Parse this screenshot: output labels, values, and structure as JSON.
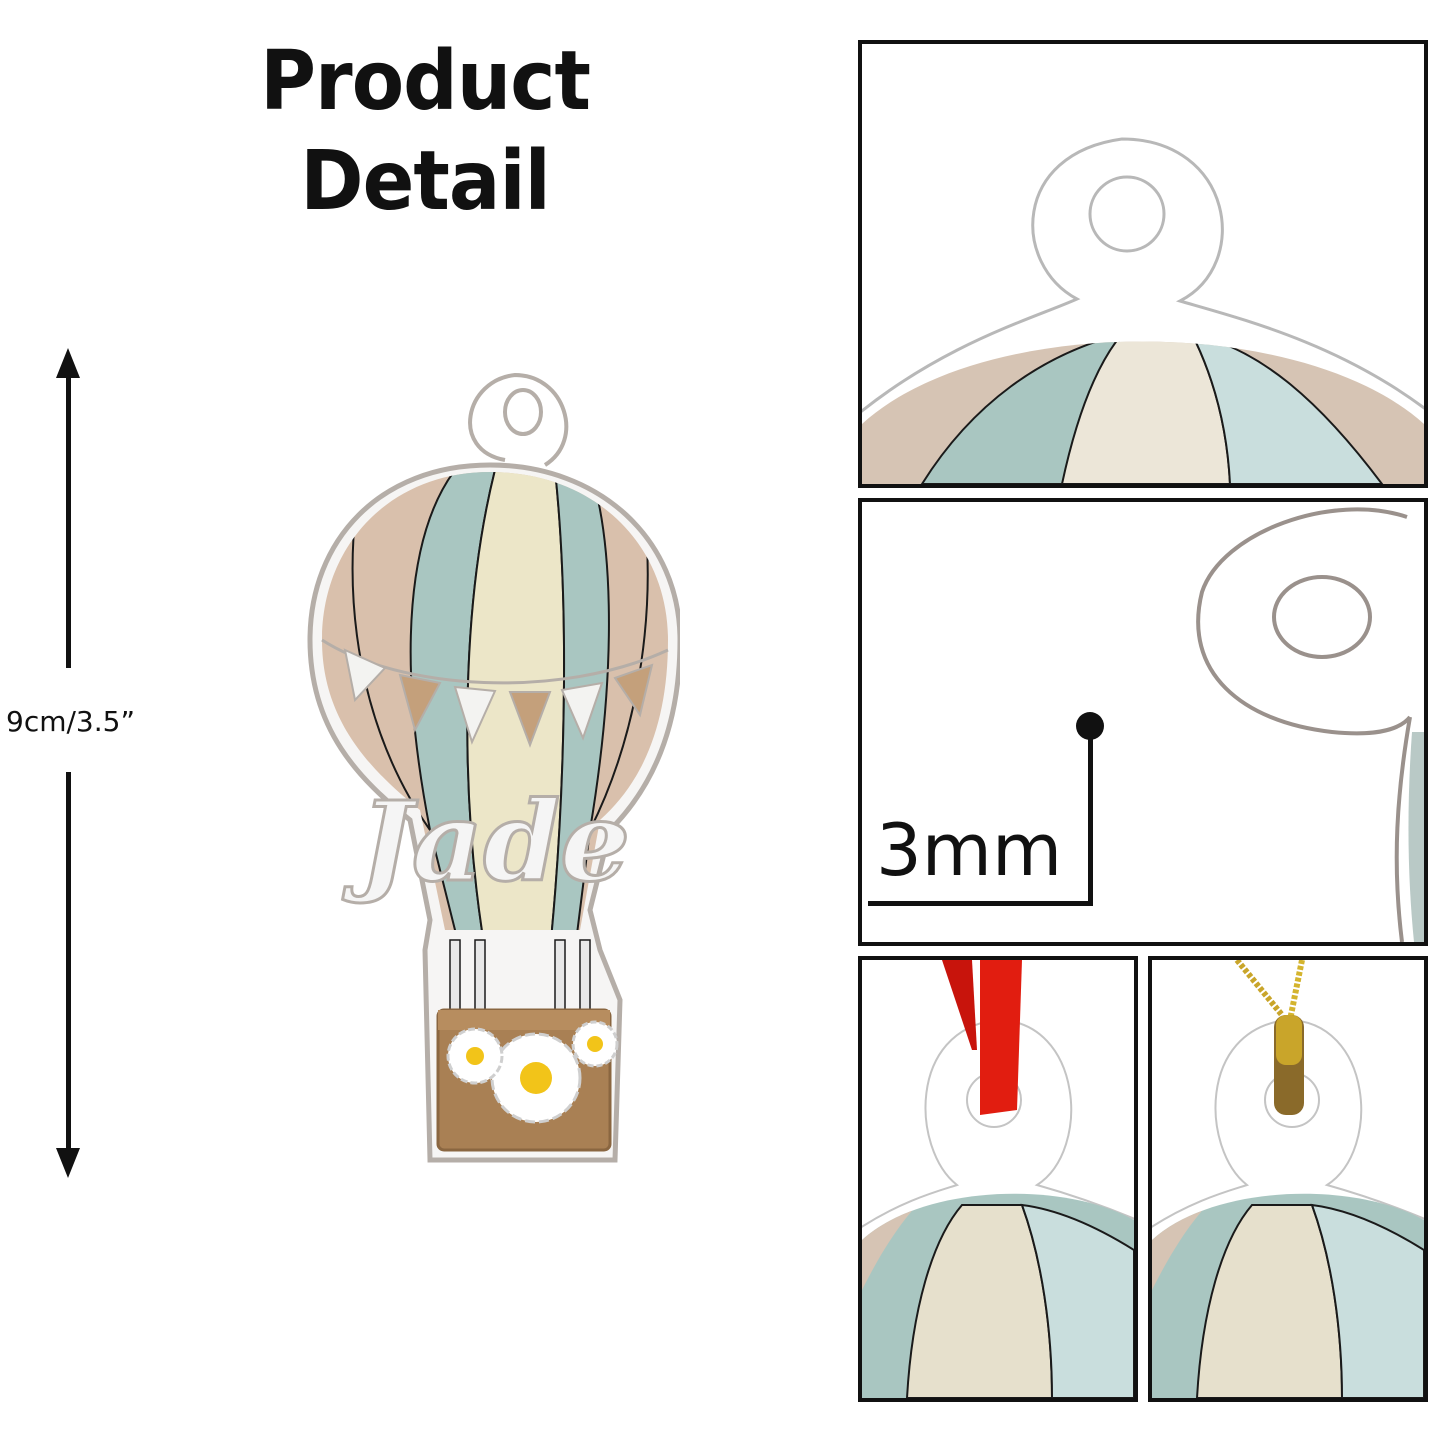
{
  "header": {
    "title": "Product Detail"
  },
  "dimension": {
    "height_label": "9cm/3.5”",
    "arrow_icon_top": "arrow-up",
    "arrow_icon_bottom": "arrow-down"
  },
  "product": {
    "type": "hot air balloon acrylic ornament",
    "name_text": "Jade",
    "colors": {
      "beige_stripe": "#d9c0ac",
      "sage_stripe": "#a9c6c1",
      "cream_stripe": "#ece6c8",
      "pale_blue_stripe": "#c9dedd",
      "basket": "#a98054",
      "pennant_tan": "#c4a07b",
      "pennant_white": "#f3f3f1",
      "daisy_center": "#f2c419",
      "outline": "#1a1a1a",
      "acrylic_edge": "#b5aea8"
    }
  },
  "panels": [
    {
      "id": "top-hanger-closeup",
      "caption": ""
    },
    {
      "id": "thickness-closeup",
      "thickness_label": "3mm"
    },
    {
      "id": "red-ribbon-closeup",
      "ribbon_color": "#e11d10"
    },
    {
      "id": "gold-string-closeup",
      "string_color": "#c9a52a"
    }
  ]
}
